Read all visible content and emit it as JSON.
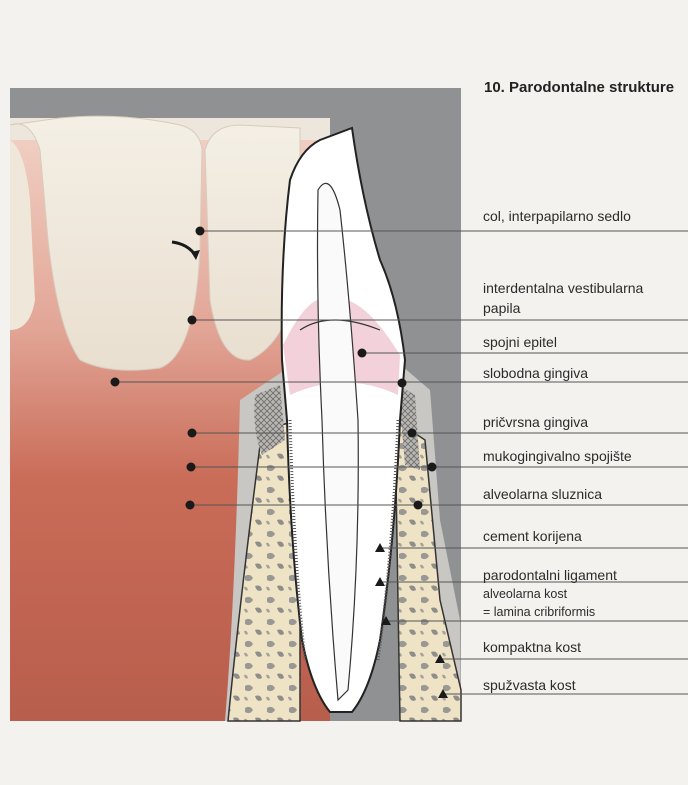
{
  "title": "10. Parodontalne strukture",
  "labels": {
    "col": "col, interpapilarno sedlo",
    "papila_line1": "interdentalna vestibularna",
    "papila_line2": "papila",
    "spojni_epitel": "spojni epitel",
    "slobodna_gingiva": "slobodna gingiva",
    "pricvrsna_gingiva": "pričvrsna gingiva",
    "mukogingivalno": "mukogingivalno spojište",
    "alveolarna_sluznica": "alveolarna sluznica",
    "cement": "cement korijena",
    "ligament": "parodontalni ligament",
    "alveolarna_kost_line1": "alveolarna kost",
    "alveolarna_kost_line2": "= lamina cribriformis",
    "kompaktna": "kompaktna kost",
    "spuzvasta": "spužvasta kost"
  },
  "colors": {
    "background": "#f3f2ef",
    "panel": "#8f9193",
    "gingiva": "#d98f7f",
    "mucosa": "#c56b5a",
    "tooth": "#f2ede2",
    "bone": "#efe3c6",
    "leader": "#555555"
  }
}
